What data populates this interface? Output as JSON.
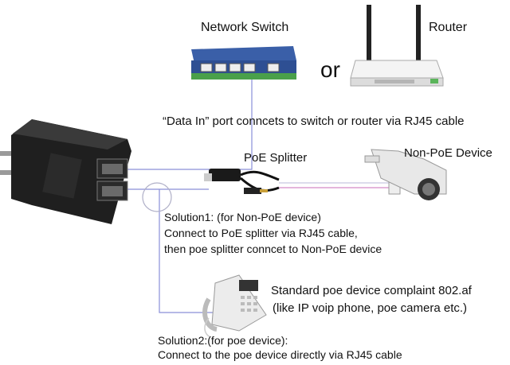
{
  "labels": {
    "network_switch": "Network Switch",
    "or": "or",
    "router": "Router",
    "data_in": "“Data In” port conncets to switch or router via RJ45 cable",
    "poe_splitter": "PoE Splitter",
    "non_poe_device": "Non-PoE Device",
    "solution1_line1": "Solution1: (for Non-PoE device)",
    "solution1_line2": "Connect to PoE splitter via RJ45 cable,",
    "solution1_line3": "then poe splitter conncet to Non-PoE device",
    "standard_line1": "Standard poe device complaint 802.af",
    "standard_line2": "(like IP voip phone, poe camera etc.)",
    "solution2_line1": "Solution2:(for poe device):",
    "solution2_line2": "Connect to the poe device directly via RJ45 cable"
  },
  "colors": {
    "cable": "#8a8fd8",
    "cable_pink": "#d48ac8",
    "injector": "#1f1f1f",
    "switch_blue": "#3a5fa8",
    "switch_green": "#4aa04a"
  },
  "icons": [
    "poe-injector-icon",
    "network-switch-icon",
    "router-icon",
    "poe-splitter-icon",
    "camera-icon",
    "ip-phone-icon"
  ]
}
